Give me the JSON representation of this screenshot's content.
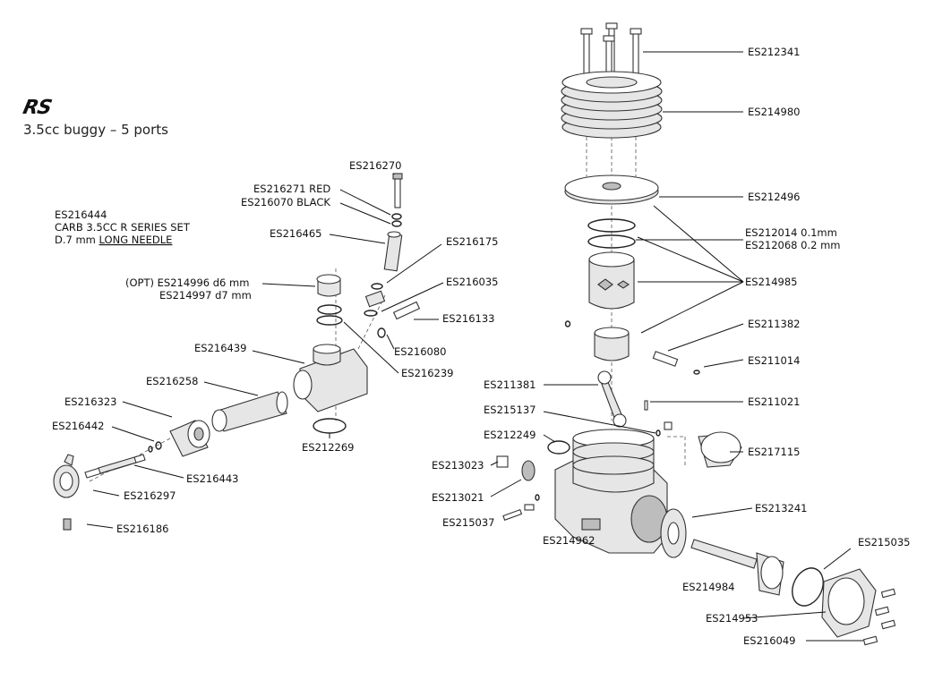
{
  "header": {
    "logo": "RS",
    "subtitle": "3.5cc buggy – 5 ports"
  },
  "carb_set": {
    "code": "ES216444",
    "line2": "CARB 3.5CC R SERIES SET",
    "line3_prefix": "D.7 mm ",
    "line3_link": "LONG NEEDLE"
  },
  "labels": {
    "es212341": "ES212341",
    "es214980": "ES214980",
    "es212496": "ES212496",
    "es212014": "ES212014 0.1mm",
    "es212068": "ES212068 0.2 mm",
    "es214985": "ES214985",
    "es211382": "ES211382",
    "es211014": "ES211014",
    "es211381": "ES211381",
    "es211021": "ES211021",
    "es215137": "ES215137",
    "es212249": "ES212249",
    "es217115": "ES217115",
    "es213023": "ES213023",
    "es213021": "ES213021",
    "es213241": "ES213241",
    "es215037": "ES215037",
    "es214962": "ES214962",
    "es215035": "ES215035",
    "es214984": "ES214984",
    "es214953": "ES214953",
    "es216049": "ES216049",
    "es216270": "ES216270",
    "es216271": "ES216271 RED",
    "es216070": "ES216070 BLACK",
    "es216465": "ES216465",
    "es216175": "ES216175",
    "es216035": "ES216035",
    "es214996": "(OPT) ES214996 d6 mm",
    "es214997": "ES214997 d7 mm",
    "es216133": "ES216133",
    "es216080": "ES216080",
    "es216439": "ES216439",
    "es216239": "ES216239",
    "es216258": "ES216258",
    "es216323": "ES216323",
    "es216442": "ES216442",
    "es216443": "ES216443",
    "es212269": "ES212269",
    "es216297": "ES216297",
    "es216186": "ES216186"
  }
}
